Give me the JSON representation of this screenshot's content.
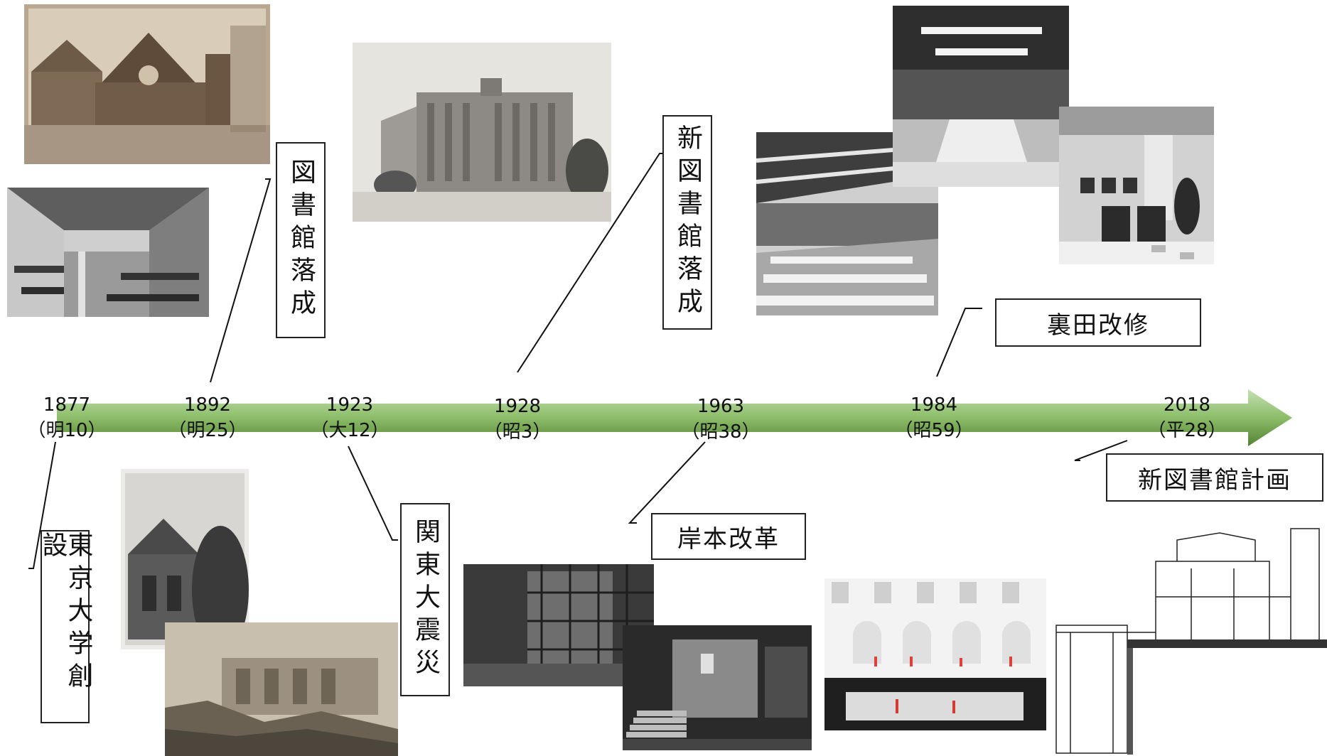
{
  "timeline": {
    "arrow_color_light": "#a9d18e",
    "arrow_color_dark": "#548235",
    "years": [
      {
        "year": "1877",
        "era": "（明10）"
      },
      {
        "year": "1892",
        "era": "（明25）"
      },
      {
        "year": "1923",
        "era": "（大12）"
      },
      {
        "year": "1928",
        "era": "（昭3）"
      },
      {
        "year": "1963",
        "era": "（昭38）"
      },
      {
        "year": "1984",
        "era": "（昭59）"
      },
      {
        "year": "2018",
        "era": "（平28）"
      }
    ]
  },
  "events": {
    "founding": "東京大学創設",
    "library_completed": "図書館落成",
    "earthquake": "関東大震災",
    "new_library_completed": "新図書館落成",
    "kishimoto_reform": "岸本改革",
    "urata_renovation": "裏田改修",
    "new_library_plan": "新図書館計画"
  },
  "photos": [
    {
      "icon": "old-library-exterior-photo"
    },
    {
      "icon": "reading-room-photo"
    },
    {
      "icon": "library-building-1928-photo"
    },
    {
      "icon": "old-building-tower-photo"
    },
    {
      "icon": "earthquake-ruins-photo"
    },
    {
      "icon": "scaffolding-interior-photo"
    },
    {
      "icon": "staircase-hall-photo"
    },
    {
      "icon": "modern-reading-room-photo"
    },
    {
      "icon": "renovated-reading-room-photo"
    },
    {
      "icon": "computer-room-photo"
    },
    {
      "icon": "architectural-model-photo"
    },
    {
      "icon": "section-drawing"
    }
  ]
}
